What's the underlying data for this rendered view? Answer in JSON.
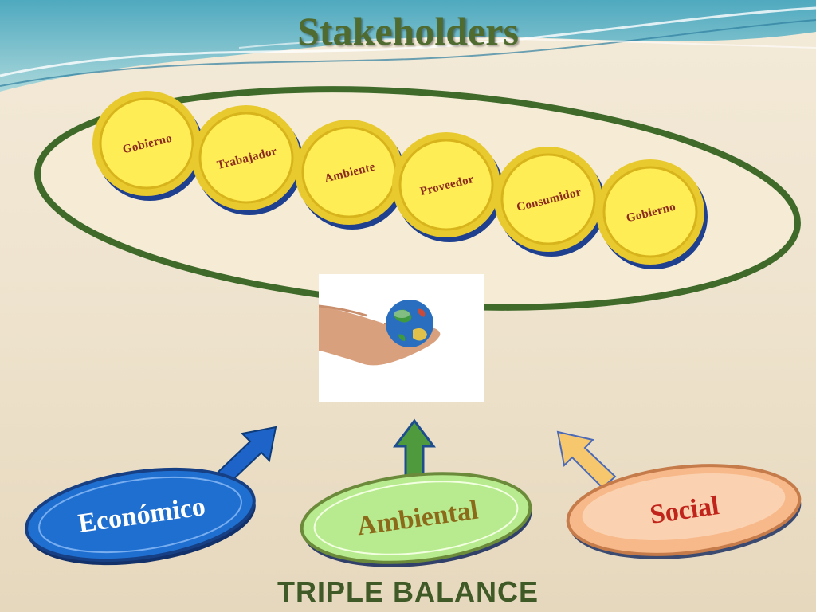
{
  "slide": {
    "title": "Stakeholders",
    "footer": "TRIPLE BALANCE"
  },
  "stakeholders": [
    {
      "label": "Gobierno"
    },
    {
      "label": "Trabajador"
    },
    {
      "label": "Ambiente"
    },
    {
      "label": "Proveedor"
    },
    {
      "label": "Consumidor"
    },
    {
      "label": "Gobierno"
    }
  ],
  "pillars": [
    {
      "label": "Económico",
      "text_color": "#ffffff",
      "fill": "#1f6fd0"
    },
    {
      "label": "Ambiental",
      "text_color": "#8b6a1a",
      "fill": "#b8eb8f"
    },
    {
      "label": "Social",
      "text_color": "#c0241a",
      "fill": "#f7b98a"
    }
  ],
  "image": {
    "subject": "hand-holding-globe"
  }
}
